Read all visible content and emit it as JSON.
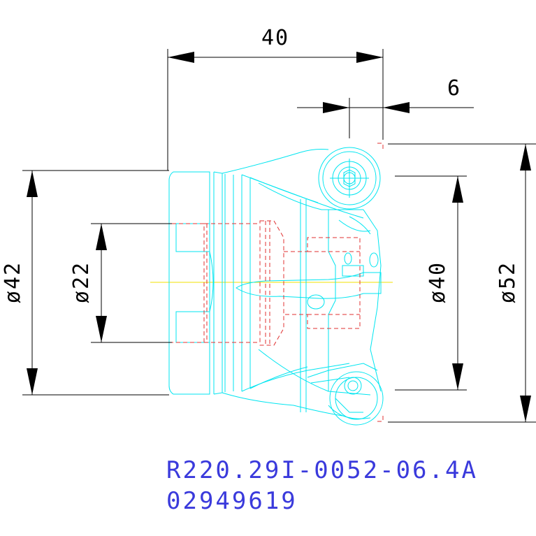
{
  "drawing": {
    "dimensions": {
      "length_top": "40",
      "offset_right": "6",
      "dia_left_outer": "ø42",
      "dia_left_inner": "ø22",
      "dia_right_inner": "ø40",
      "dia_right_outer": "ø52"
    },
    "title": {
      "part_number": "R220.29I-0052-06.4A",
      "order_code": "02949619"
    },
    "colors": {
      "part_outline": "#00e5f0",
      "hidden_lines": "#e03030",
      "centerline": "#f0e000",
      "dimension_lines": "#000000",
      "title_text": "#3a3adc"
    }
  }
}
